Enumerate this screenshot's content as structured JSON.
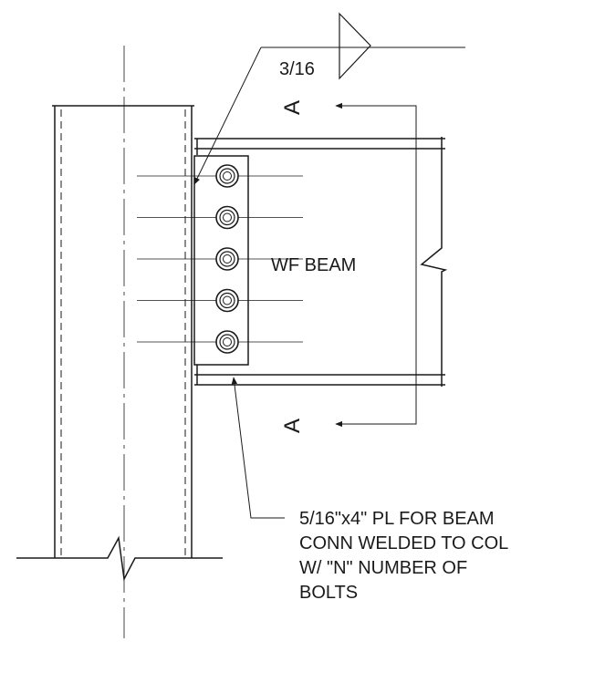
{
  "weld_symbol": {
    "size": "3/16"
  },
  "section_cut": {
    "label_top": "A",
    "label_bottom": "A"
  },
  "beam": {
    "label": "WF BEAM"
  },
  "plate_note": {
    "lines": [
      "5/16\"x4\" PL FOR BEAM",
      "CONN WELDED TO COL",
      "W/ \"N\" NUMBER OF",
      "BOLTS"
    ]
  },
  "bolts": {
    "count": 5
  }
}
